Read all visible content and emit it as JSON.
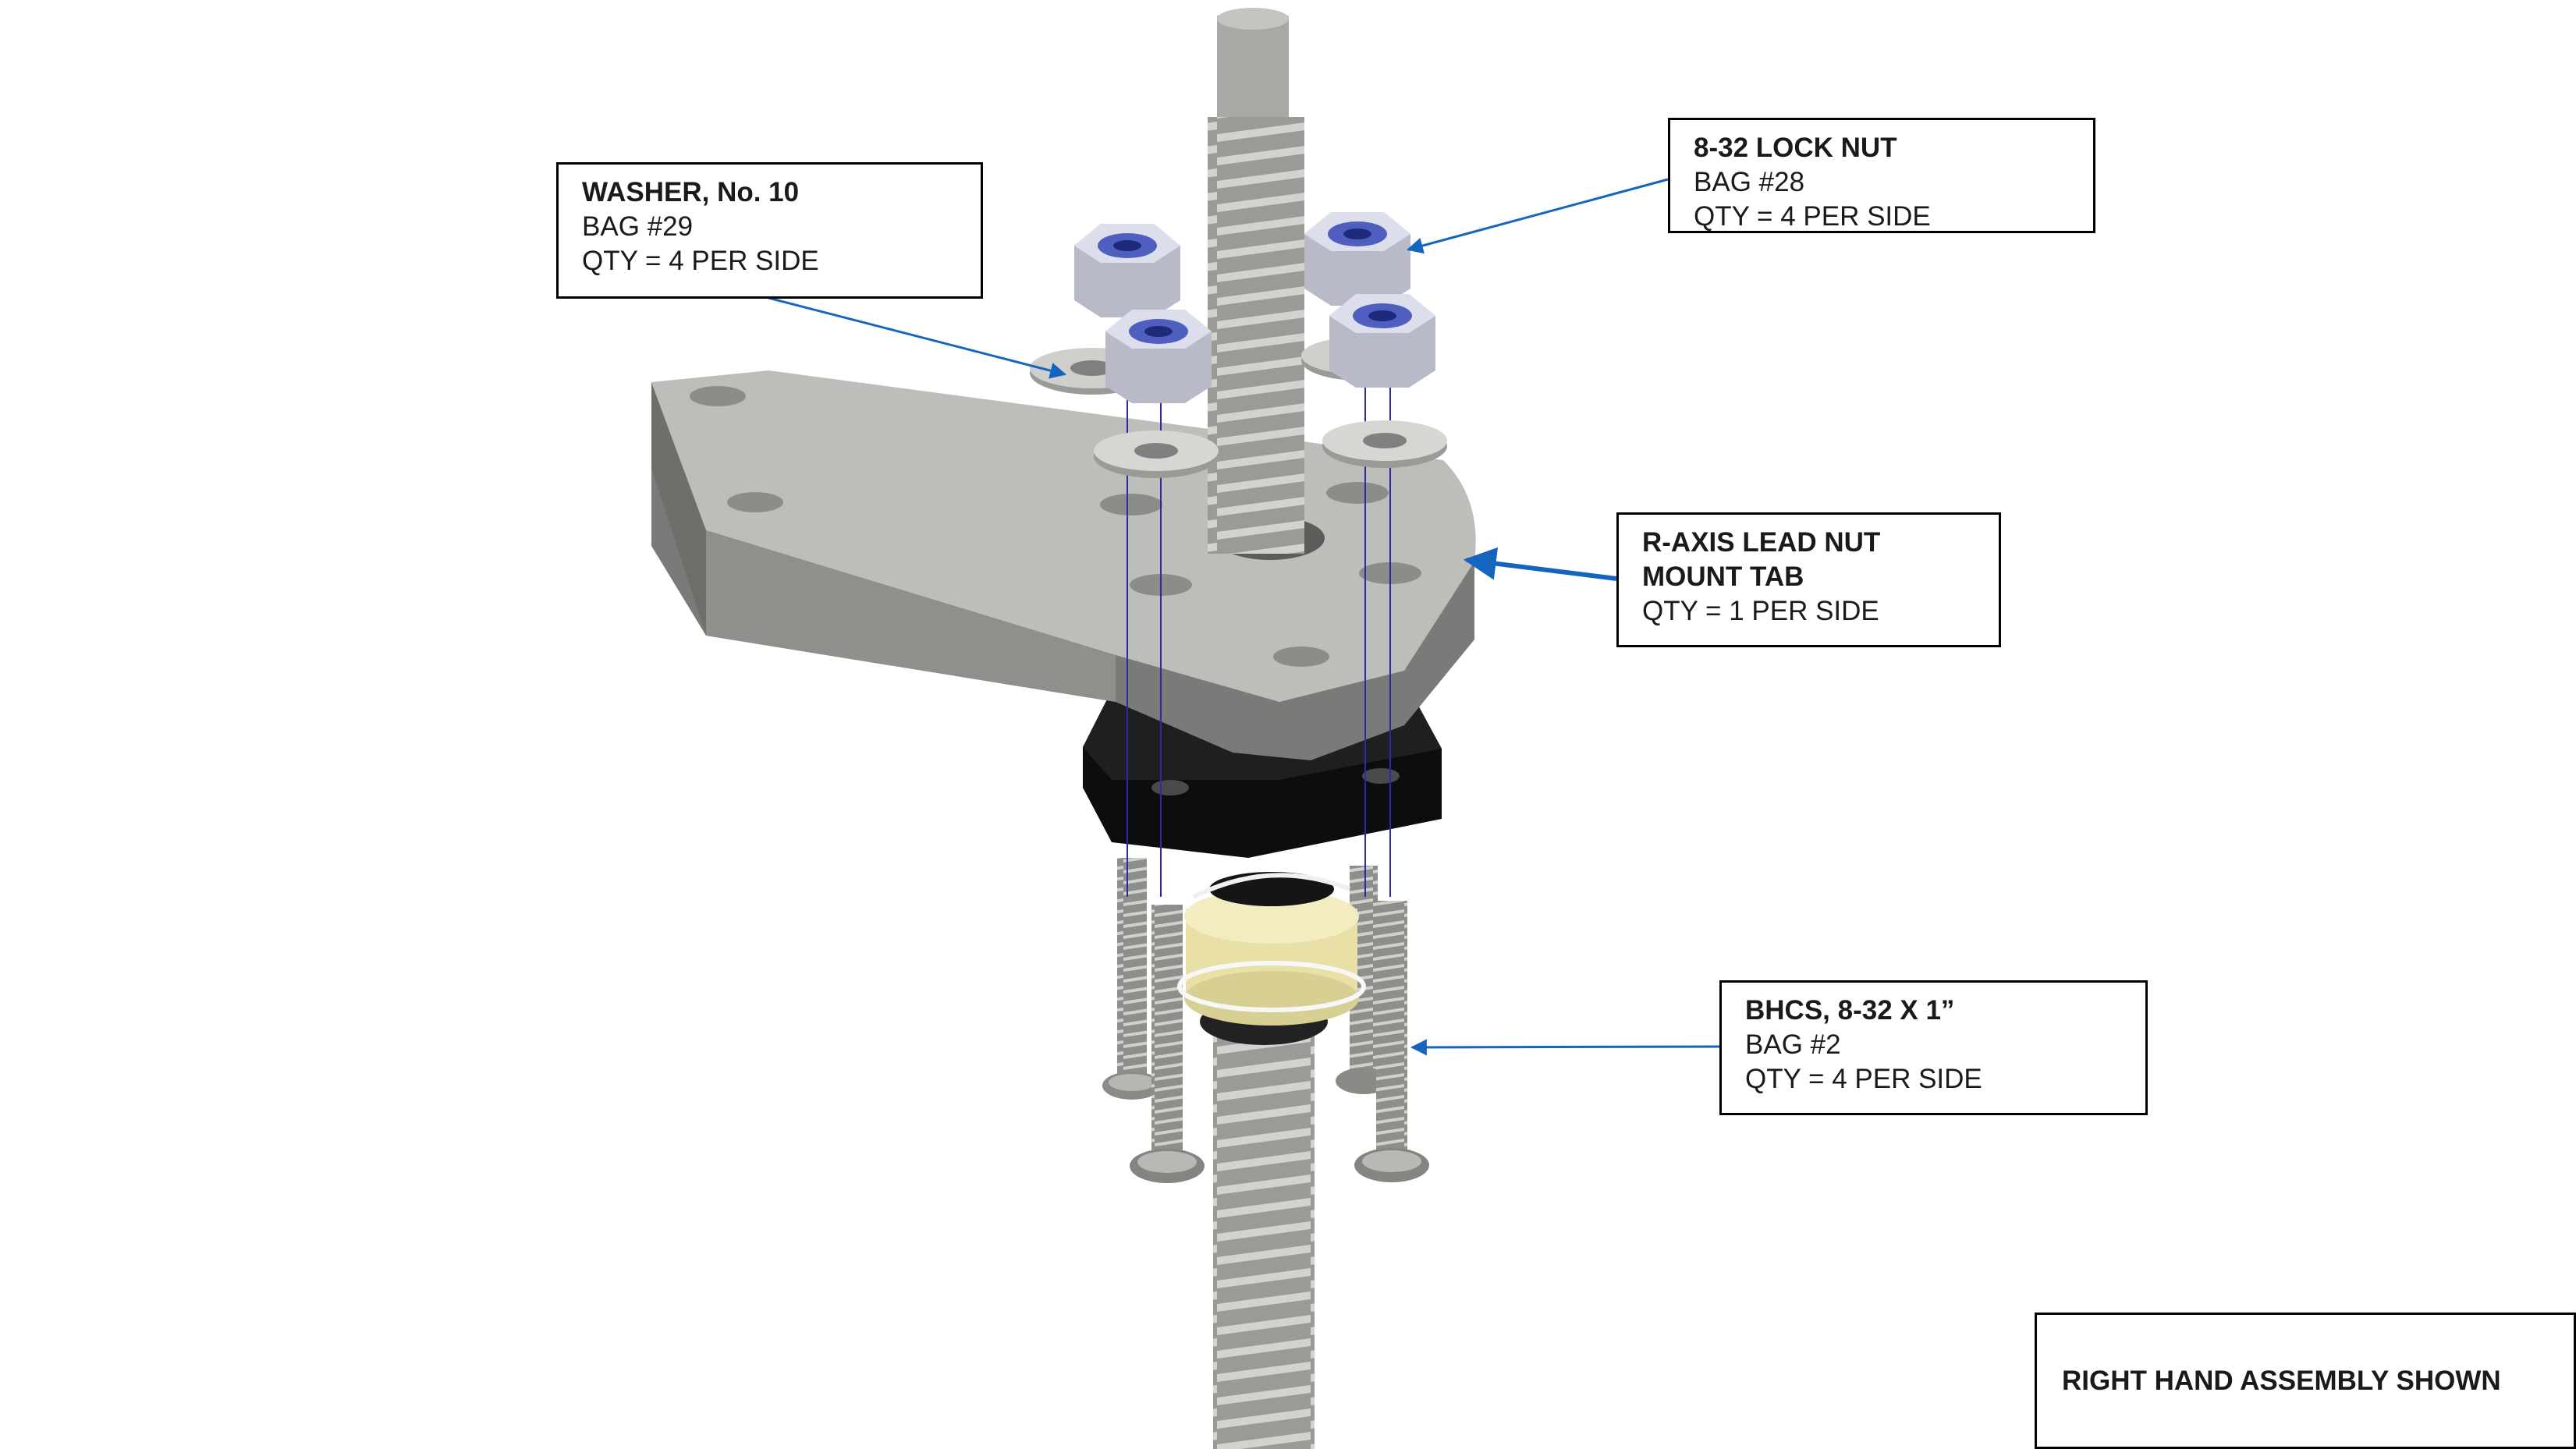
{
  "callouts": {
    "washer": {
      "title": "WASHER, No. 10",
      "bag": "BAG #29",
      "qty": "QTY = 4 PER SIDE"
    },
    "lock_nut": {
      "title": "8-32 LOCK NUT",
      "bag": "BAG #28",
      "qty": "QTY = 4 PER SIDE"
    },
    "mount_tab": {
      "title_line1": "R-AXIS LEAD NUT",
      "title_line2": "MOUNT TAB",
      "qty": "QTY = 1 PER SIDE"
    },
    "bhcs": {
      "title": "BHCS, 8-32 X 1”",
      "bag": "BAG #2",
      "qty": "QTY = 4 PER SIDE"
    }
  },
  "note": "RIGHT HAND ASSEMBLY SHOWN",
  "colors": {
    "leader": "#1565c0",
    "metal": "#a6a6a2",
    "nylon_insert": "#3340a8",
    "lead_nut_block": "#101010",
    "anti_backlash_nut": "#efe8b2"
  }
}
